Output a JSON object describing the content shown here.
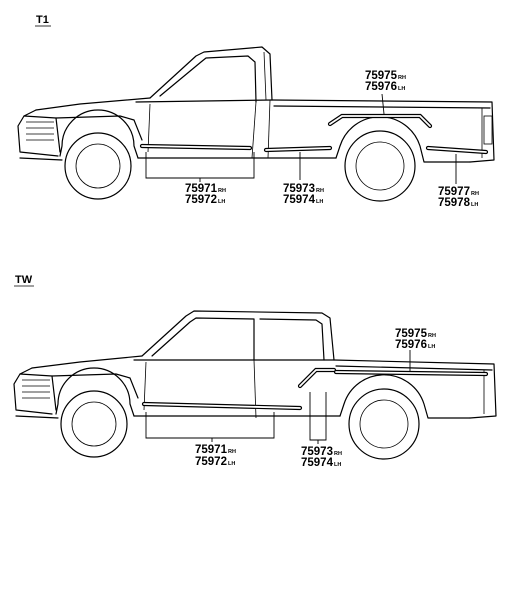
{
  "variants": [
    {
      "label": "T1",
      "parts": [
        {
          "main": "75971",
          "tag": "RH"
        },
        {
          "main": "75972",
          "tag": "LH"
        },
        {
          "main": "75973",
          "tag": "RH"
        },
        {
          "main": "75974",
          "tag": "LH"
        },
        {
          "main": "75975",
          "tag": "RH"
        },
        {
          "main": "75976",
          "tag": "LH"
        },
        {
          "main": "75977",
          "tag": "RH"
        },
        {
          "main": "75978",
          "tag": "LH"
        }
      ]
    },
    {
      "label": "TW",
      "parts": [
        {
          "main": "75971",
          "tag": "RH"
        },
        {
          "main": "75972",
          "tag": "LH"
        },
        {
          "main": "75973",
          "tag": "RH"
        },
        {
          "main": "75974",
          "tag": "LH"
        },
        {
          "main": "75975",
          "tag": "RH"
        },
        {
          "main": "75976",
          "tag": "LH"
        }
      ]
    }
  ]
}
